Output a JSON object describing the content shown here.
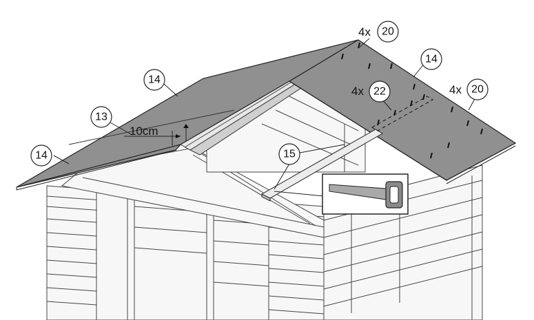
{
  "callouts": {
    "part_14_left": "14",
    "part_14_top": "14",
    "part_14_right": "14",
    "part_13": "13",
    "part_15": "15",
    "part_20_top": "20",
    "part_20_right": "20",
    "part_22": "22"
  },
  "quantities": {
    "qty_20_top": "4x",
    "qty_20_right": "4x",
    "qty_22": "4x"
  },
  "measurement": {
    "overhang": "10cm"
  },
  "icons": {
    "tool": "saw-icon"
  }
}
